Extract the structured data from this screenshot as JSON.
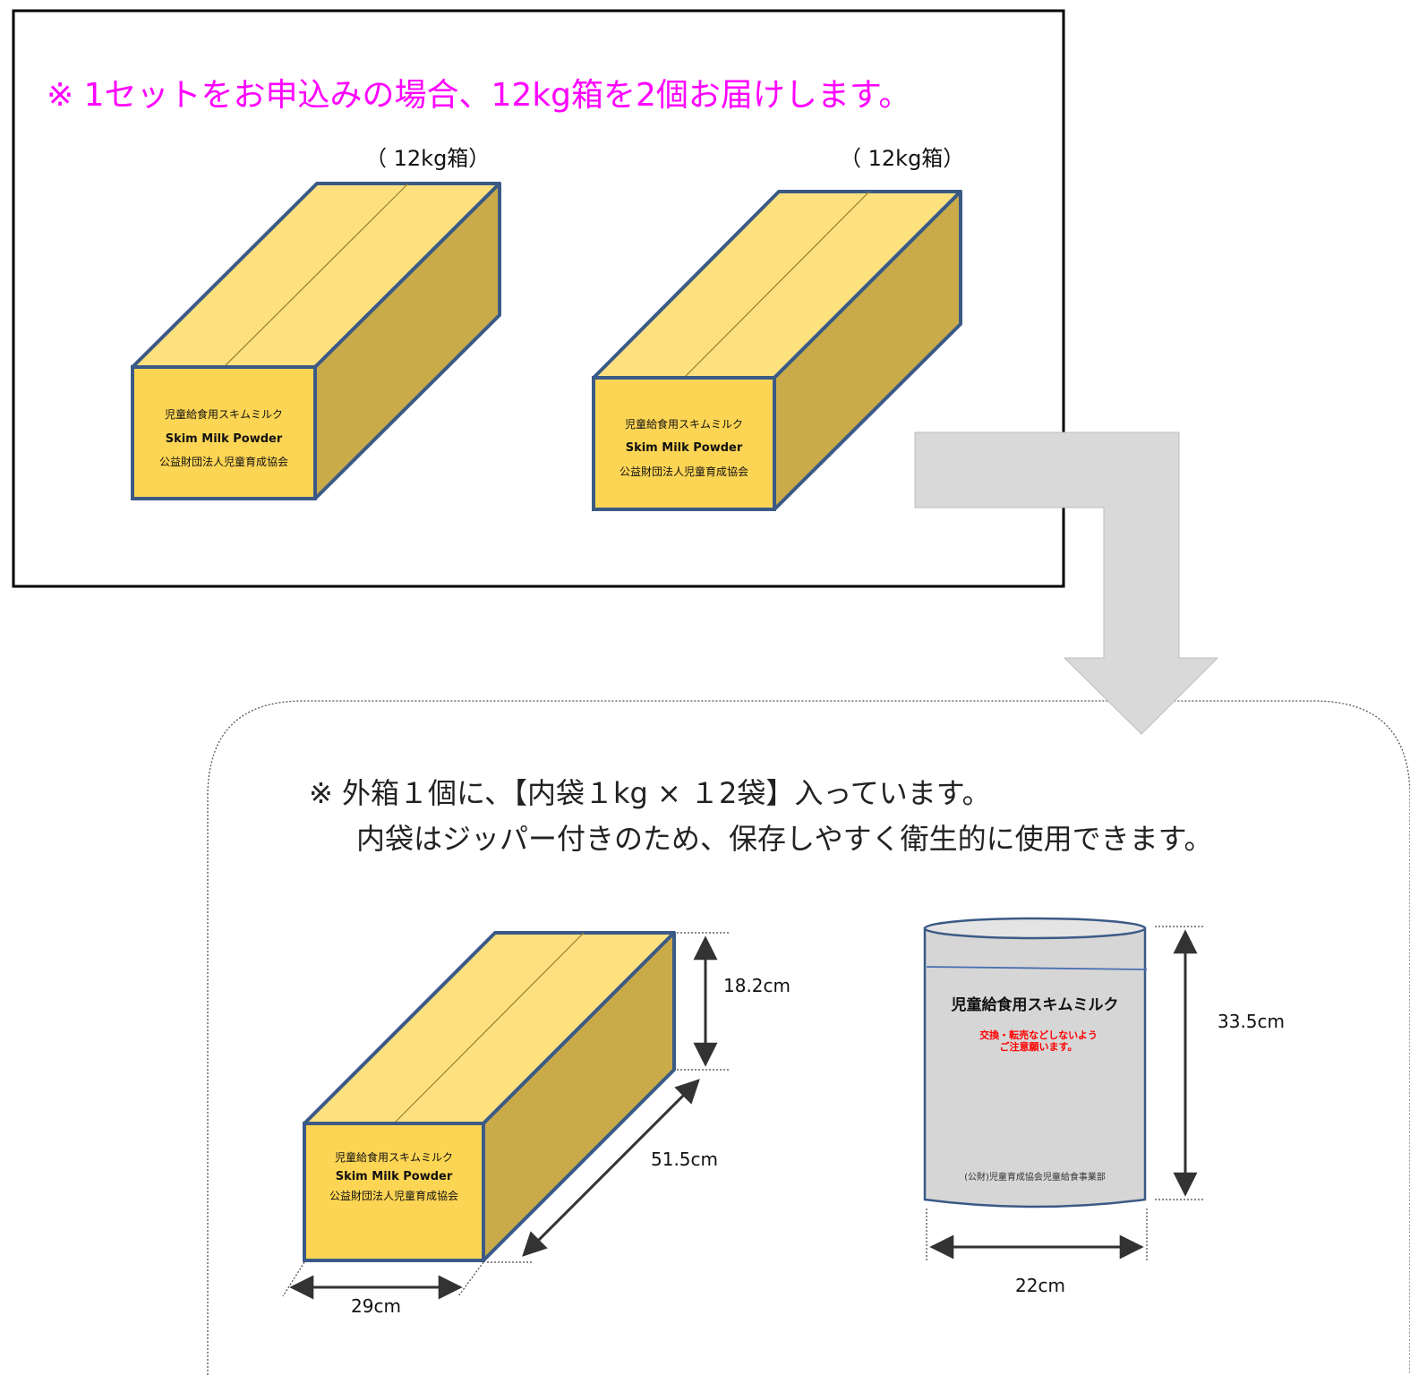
{
  "top_panel": {
    "heading": "※ 1セットをお申込みの場合、12kg箱を2個お届けします。",
    "box_caption": "（ 12kg箱）",
    "label_line1": "児童給食用スキムミルク",
    "label_line2": "Skim Milk Powder",
    "label_line3": "公益財団法人児童育成協会"
  },
  "bottom_panel": {
    "note_line1": "※ 外箱１個に、【内袋１kg × １2袋】入っています。",
    "note_line2": "内袋はジッパー付きのため、保存しやすく衛生的に使用できます。",
    "box_label_line1": "児童給食用スキムミルク",
    "box_label_line2": "Skim Milk Powder",
    "box_label_line3": "公益財団法人児童育成協会",
    "dim_height": "18.2cm",
    "dim_depth": "51.5cm",
    "dim_width": "29cm",
    "bag_title": "児童給食用スキムミルク",
    "bag_warning_line1": "交換・転売などしないよう",
    "bag_warning_line2": "ご注意願います。",
    "bag_footer": "(公財)児童育成協会児童給食事業部",
    "bag_dim_height": "33.5cm",
    "bag_dim_width": "22cm"
  },
  "colors": {
    "heading_magenta": "#ff00ff",
    "box_top": "#fde17f",
    "box_front": "#fdd554",
    "box_side": "#c9ab4a",
    "box_outline": "#3b5a86",
    "arrow_gray": "#d9d9d9",
    "bag_gray": "#d6d6d6",
    "warning_red": "#ff0000"
  }
}
